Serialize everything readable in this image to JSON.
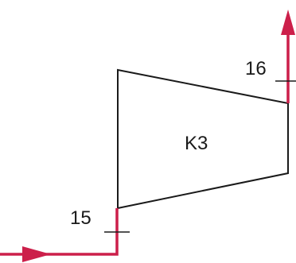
{
  "component": {
    "label": "K3"
  },
  "inlet": {
    "label": "15"
  },
  "outlet": {
    "label": "16"
  },
  "colors": {
    "stream": "#cc1f4a",
    "outline": "#1a1a1a",
    "background": "#ffffff"
  }
}
